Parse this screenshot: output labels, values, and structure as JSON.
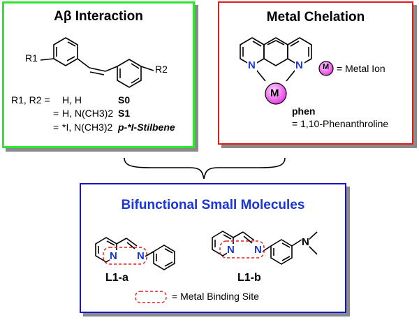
{
  "ab_panel": {
    "title": "Aβ Interaction",
    "r1": "R1",
    "r2": "R2",
    "rows": [
      {
        "lead": "R1, R2 =",
        "val": "H, H",
        "name": "S0"
      },
      {
        "lead": "=",
        "val": "H, N(CH3)2",
        "name": "S1"
      },
      {
        "lead": "=",
        "val": "*I, N(CH3)2",
        "name": "p-*I-Stilbene"
      }
    ]
  },
  "mc_panel": {
    "title": "Metal Chelation",
    "n_label": "N",
    "m_label": "M",
    "legend_eq": "= Metal Ion",
    "phen_name": "phen",
    "phen_desc": "= 1,10-Phenanthroline"
  },
  "bf_panel": {
    "title": "Bifunctional Small Molecules",
    "n_label": "N",
    "mol_a": "L1-a",
    "mol_b": "L1-b",
    "site_legend": "= Metal Binding Site"
  },
  "colors": {
    "green_border": "#2ee62e",
    "red_border": "#e41b1b",
    "blue_border": "#1515c8",
    "blue_text": "#1a35d8",
    "magenta": "#ee55ee",
    "dashed_red": "#e41b1b"
  }
}
